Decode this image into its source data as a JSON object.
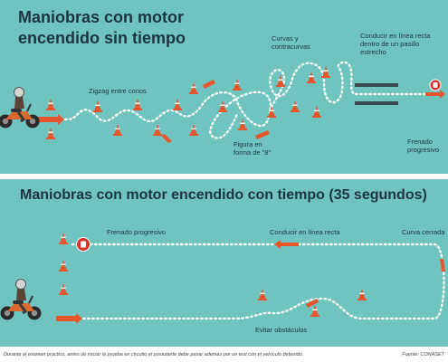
{
  "section1": {
    "title": "Maniobras con motor encendido sin tiempo",
    "labels": {
      "zigzag": "Zigzag entre conos",
      "figura8": "Figura en forma de \"8\"",
      "curvas": "Curvas y contracurvas",
      "pasillo": "Conducir en línea recta dentro de un pasillo estrecho",
      "frenado": "Frenado progresivo"
    }
  },
  "section2": {
    "title": "Maniobras con motor encendido con tiempo (35 segundos)",
    "labels": {
      "frenado": "Frenado progresivo",
      "linea_recta": "Conducir en línea recta",
      "curva": "Curva cerrada",
      "obstaculos": "Evitar obstáculos"
    }
  },
  "footer": {
    "note": "Durante el examen práctico, antes de iniciar la prueba en circuito el postulante debe pasar además por un test con el vehículo detenido.",
    "source": "Fuente: CONASET"
  },
  "colors": {
    "background": "#6fc4bf",
    "path": "#ffffff",
    "arrow": "#e8552a",
    "cone": "#e8552a",
    "text": "#1d3440"
  },
  "icons": [
    "motorcycle-icon",
    "cone-icon",
    "stop-hand-icon",
    "direction-arrow-icon",
    "barrier-icon"
  ]
}
